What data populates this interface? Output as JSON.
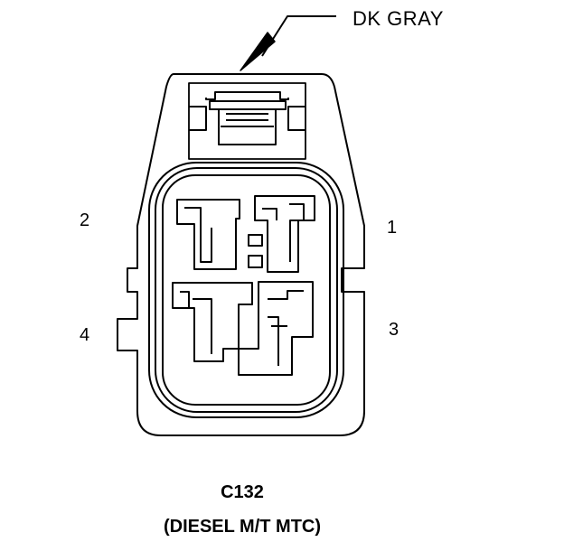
{
  "diagram": {
    "wire_color_label": "DK GRAY",
    "pins": [
      {
        "number": "1"
      },
      {
        "number": "2"
      },
      {
        "number": "3"
      },
      {
        "number": "4"
      }
    ],
    "connector_id": "C132",
    "connector_description": "(DIESEL M/T MTC)"
  }
}
